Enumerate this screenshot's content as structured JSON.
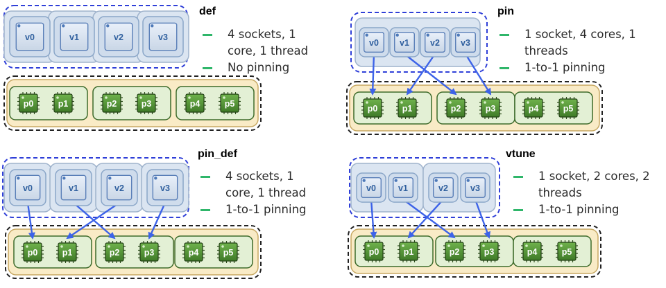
{
  "colors": {
    "arrow": "#3d63e8",
    "host_bullet": "#2fb66a",
    "vcpu_fill": "#dde8f6",
    "pcpu_fill": "#5a9b3b",
    "host_outer_fill": "#f9ebc6"
  },
  "icons": {
    "vcpu": "vcpu-chip-icon",
    "pcpu": "cpu-chip-icon"
  },
  "panels": [
    {
      "id": "def",
      "title": "def",
      "bullets": [
        "4 sockets, 1\ncore, 1 thread",
        "No pinning"
      ],
      "vcpus": [
        "v0",
        "v1",
        "v2",
        "v3"
      ],
      "pcpus": [
        "p0",
        "p1",
        "p2",
        "p3",
        "p4",
        "p5"
      ],
      "mapping": []
    },
    {
      "id": "pin",
      "title": "pin",
      "bullets": [
        "1 socket, 4 cores, 1\nthreads",
        "1-to-1 pinning"
      ],
      "vcpus": [
        "v0",
        "v1",
        "v2",
        "v3"
      ],
      "pcpus": [
        "p0",
        "p1",
        "p2",
        "p3",
        "p4",
        "p5"
      ],
      "mapping": [
        [
          "v0",
          "p0"
        ],
        [
          "v1",
          "p2"
        ],
        [
          "v2",
          "p1"
        ],
        [
          "v3",
          "p3"
        ]
      ]
    },
    {
      "id": "pin_def",
      "title": "pin_def",
      "bullets": [
        "4 sockets, 1\ncore, 1 thread",
        "1-to-1 pinning"
      ],
      "vcpus": [
        "v0",
        "v1",
        "v2",
        "v3"
      ],
      "pcpus": [
        "p0",
        "p1",
        "p2",
        "p3",
        "p4",
        "p5"
      ],
      "mapping": [
        [
          "v0",
          "p0"
        ],
        [
          "v1",
          "p2"
        ],
        [
          "v2",
          "p1"
        ],
        [
          "v3",
          "p3"
        ]
      ]
    },
    {
      "id": "vtune",
      "title": "vtune",
      "bullets": [
        "1 socket, 2 cores, 2\nthreads",
        "1-to-1 pinning"
      ],
      "vcpus": [
        "v0",
        "v1",
        "v2",
        "v3"
      ],
      "pcpus": [
        "p0",
        "p1",
        "p2",
        "p3",
        "p4",
        "p5"
      ],
      "mapping": [
        [
          "v0",
          "p0"
        ],
        [
          "v1",
          "p2"
        ],
        [
          "v2",
          "p1"
        ],
        [
          "v3",
          "p3"
        ]
      ]
    }
  ]
}
